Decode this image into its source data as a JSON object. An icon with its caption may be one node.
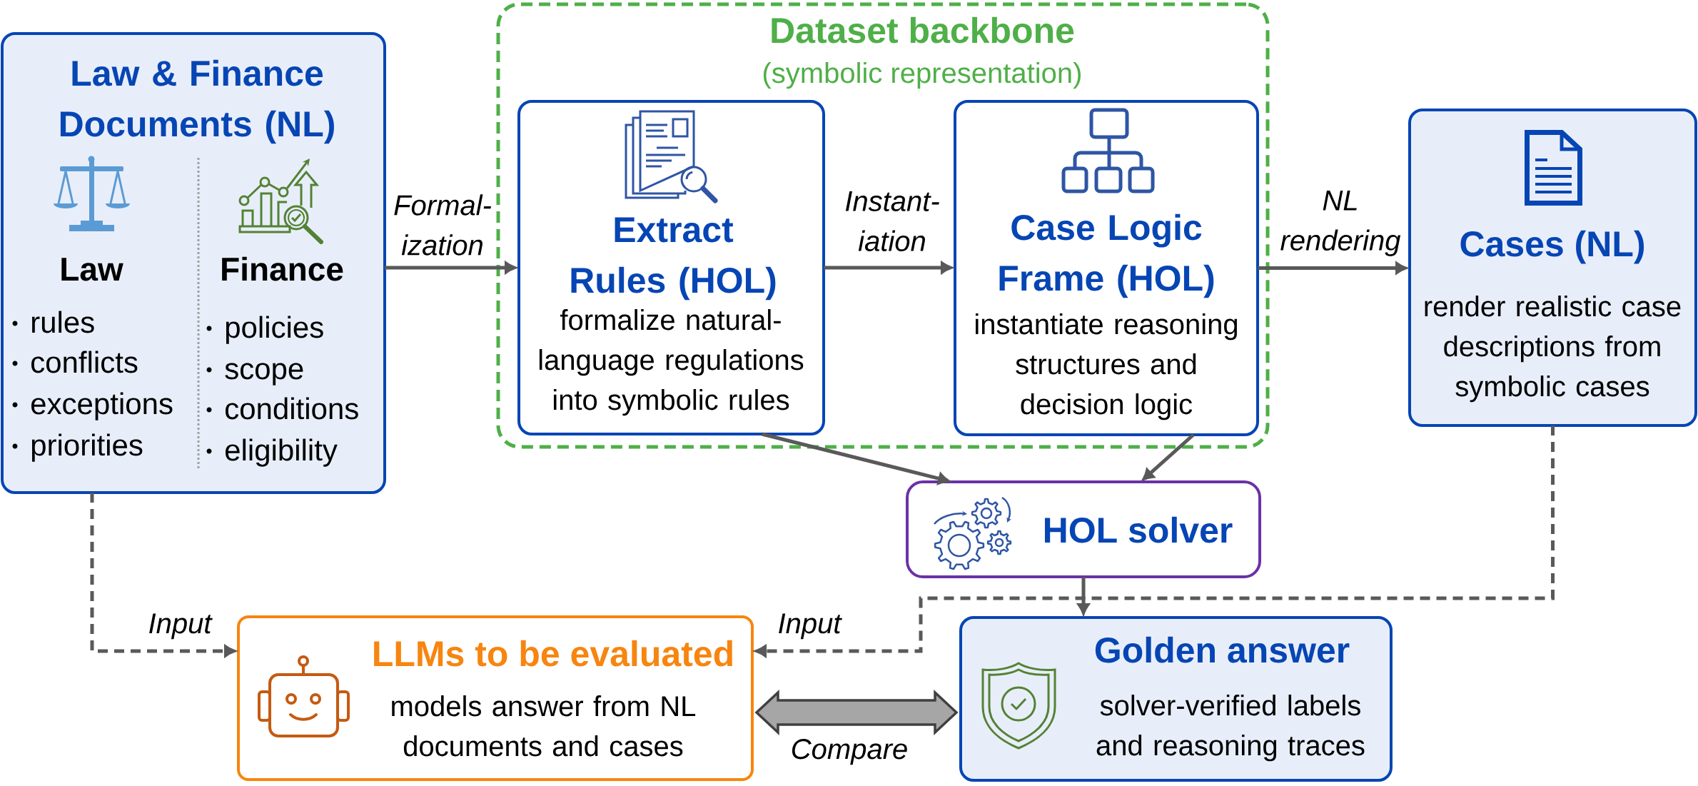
{
  "diagram": {
    "nodes": [
      {
        "text": [
          "Law & Finance Documents (NL)",
          "Law",
          "rules",
          "conflicts",
          "exceptions",
          "priorities",
          "Finance",
          "policies",
          "scope",
          "conditions",
          "eligibility"
        ]
      },
      {
        "text": [
          "Dataset backbone",
          "(symbolic representation)"
        ]
      },
      {
        "text": [
          "Extract Rules (HOL)",
          "formalize natural- language regulations into symbolic rules"
        ],
        "in": 1
      },
      {
        "text": [
          "Case Logic Frame (HOL)",
          "instantiate reasoning structures and decision logic"
        ],
        "in": 1
      },
      {
        "text": [
          "Cases (NL)",
          "render realistic case descriptions from symbolic cases"
        ]
      },
      {
        "text": [
          "HOL solver"
        ]
      },
      {
        "text": [
          "LLMs to be evaluated",
          "models answer from NL documents and cases"
        ]
      },
      {
        "text": [
          "Golden answer",
          "solver-verified labels and reasoning traces"
        ]
      }
    ],
    "edges": [
      {
        "from": 0,
        "to": 2,
        "arrow": "to",
        "label": "Formal- ization"
      },
      {
        "from": 2,
        "to": 3,
        "arrow": "to",
        "label": "Instant- iation"
      },
      {
        "from": 3,
        "to": 4,
        "arrow": "to",
        "label": "NL rendering"
      },
      {
        "from": 2,
        "to": 5,
        "arrow": "to"
      },
      {
        "from": 3,
        "to": 5,
        "arrow": "to"
      },
      {
        "from": 5,
        "to": 7,
        "arrow": "to"
      },
      {
        "from": 0,
        "to": 6,
        "arrow": "to",
        "label": "Input",
        "style": "dashed"
      },
      {
        "from": 4,
        "to": 6,
        "arrow": "to",
        "label": "Input",
        "style": "dashed"
      },
      {
        "from": 6,
        "to": 7,
        "arrow": "both",
        "label": "Compare",
        "style": "thick",
        "color": "#a6a6a6"
      }
    ]
  }
}
